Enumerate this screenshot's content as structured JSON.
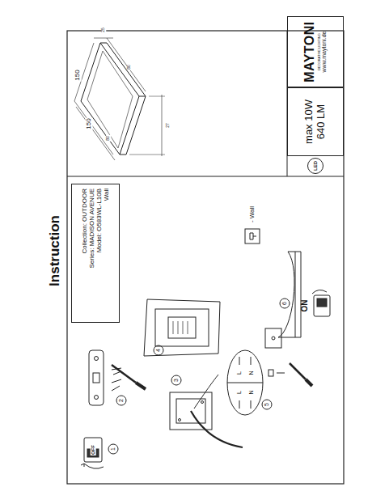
{
  "diagram": {
    "title": "Instruction",
    "nodes": [
      {
        "text": [
          "Collection: OUTDOOR",
          "Series: MADISON AVENUE",
          "Model: O583WL-L10B",
          "Wall"
        ]
      },
      {
        "text": [
          "LED"
        ]
      },
      {
        "text": [
          "max 10W",
          "640 LM"
        ]
      },
      {
        "text": [
          "MAYTONI",
          "DECORATIVE LIGHTING",
          "www.maytoni.de"
        ]
      }
    ],
    "edges": [],
    "labels": [
      "1",
      "OFF",
      "2",
      "3",
      "L",
      "N",
      "L",
      "N",
      "4",
      "5",
      "6",
      "ON",
      "- Wall",
      "150",
      "150",
      "25",
      "80",
      "80",
      "27"
    ]
  }
}
